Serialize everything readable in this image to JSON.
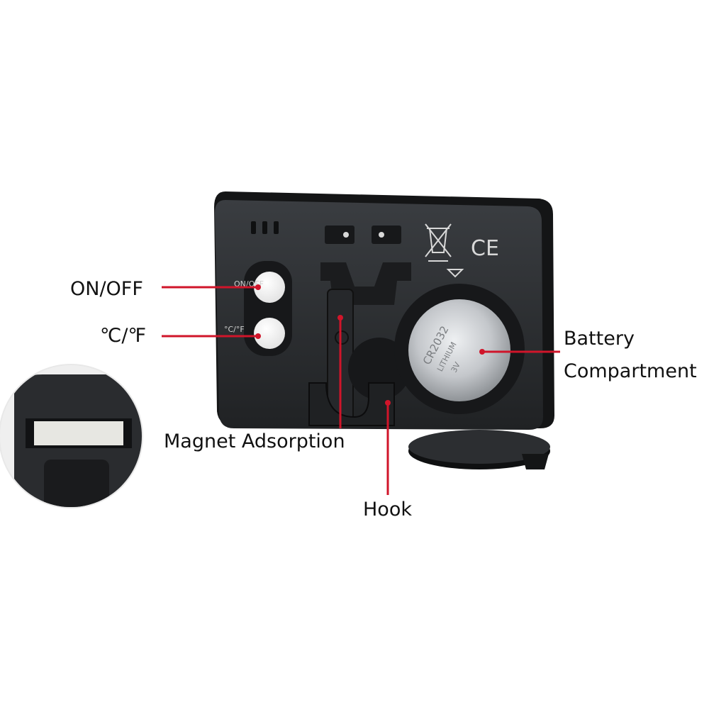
{
  "callouts": {
    "on_off": "ON/OFF",
    "c_f": "℃/℉",
    "magnet": "Magnet Adsorption",
    "hook": "Hook",
    "battery_line1": "Battery",
    "battery_line2": "Compartment"
  },
  "device": {
    "button_top_mark": "ON/OFF",
    "button_bottom_mark": "°C/°F",
    "ce_mark": "CE",
    "battery_text": "CR2032",
    "battery_sub": "LITHIUM",
    "battery_volt": "3V"
  },
  "colors": {
    "callout_line": "#d0152a",
    "body": "#2a2c2f",
    "body_dark": "#141516",
    "battery": "#c9cbce",
    "magnet": "#e7e7e2"
  }
}
